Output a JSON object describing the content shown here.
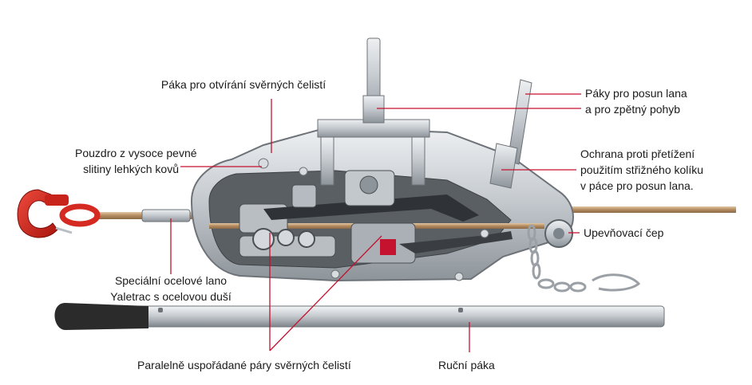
{
  "colors": {
    "leader_line": "#c4122f",
    "hook_red": "#d42a22",
    "housing": "#c9ced3",
    "housing_dark": "#7d858c",
    "frame_inner": "#5a5f63",
    "handle_grip": "#2b2b2b",
    "rope": "#c8a27a"
  },
  "labels": {
    "jaw_release_lever": [
      "Páka pro otvírání svěrných čelistí"
    ],
    "forward_reverse_levers": [
      "Páky pro posun lana",
      "a pro zpětný pohyb"
    ],
    "housing": [
      "Pouzdro z vysoce pevné",
      "slitiny lehkých kovů"
    ],
    "overload_protection": [
      "Ochrana proti přetížení",
      "použitím střižného kolíku",
      "v páce pro posun lana."
    ],
    "anchor_pin": [
      "Upevňovací čep"
    ],
    "special_rope": [
      "Speciální ocelové lano",
      "Yaletrac s ocelovou duší"
    ],
    "jaw_pairs": [
      "Paralelně uspořádané páry svěrných čelistí"
    ],
    "hand_lever": [
      "Ruční páka"
    ]
  },
  "icons": [
    "hook-icon",
    "winch-body",
    "telescopic-handle",
    "chain-icon"
  ]
}
